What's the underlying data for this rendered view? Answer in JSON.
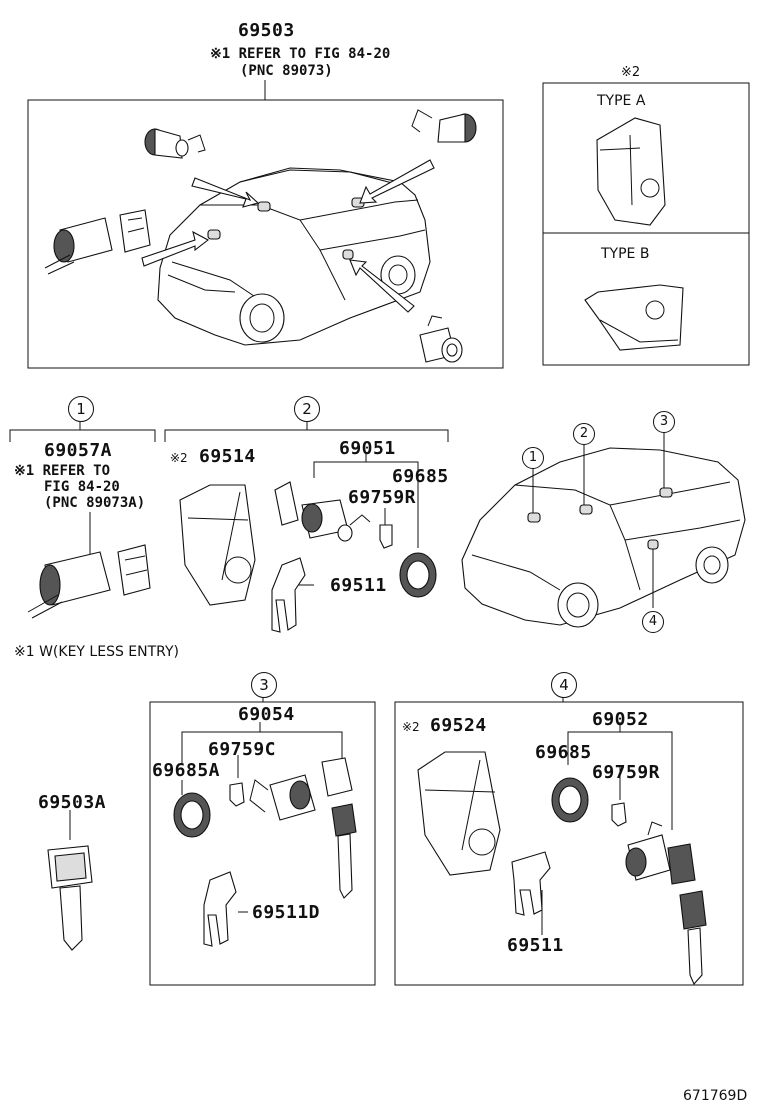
{
  "top": {
    "part": "69503",
    "note1": "※1 REFER TO FIG 84-20",
    "note2": "(PNC 89073)"
  },
  "type_box": {
    "mark": "※2",
    "type_a": "TYPE A",
    "type_b": "TYPE B"
  },
  "group1": {
    "num": "1",
    "part": "69057A",
    "note1": "※1 REFER TO",
    "note2": "FIG 84-20",
    "note3": "(PNC 89073A)"
  },
  "group2": {
    "num": "2",
    "mark": "※2",
    "part_protector": "69514",
    "part_set": "69051",
    "part_pad": "69685",
    "part_retainer": "69759R",
    "part_clip": "69511"
  },
  "locator": {
    "c1": "1",
    "c2": "2",
    "c3": "3",
    "c4": "4"
  },
  "footnote": "※1  W(KEY LESS ENTRY)",
  "key_blank": {
    "part": "69503A"
  },
  "group3": {
    "num": "3",
    "part_set": "69054",
    "part_retainer": "69759C",
    "part_pad": "69685A",
    "part_clip": "69511D"
  },
  "group4": {
    "num": "4",
    "mark": "※2",
    "part_protector": "69524",
    "part_set": "69052",
    "part_pad": "69685",
    "part_retainer": "69759R",
    "part_clip": "69511"
  },
  "figure_id": "671769D"
}
